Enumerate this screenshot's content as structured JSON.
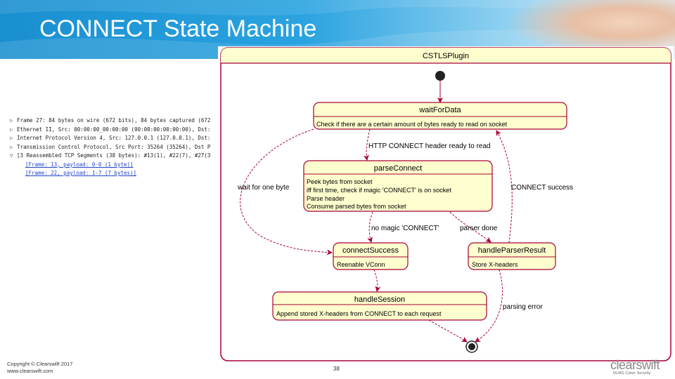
{
  "slide": {
    "title": "CONNECT State Machine",
    "page_number": "38"
  },
  "footer": {
    "copyright": "Copyright © Clearswift 2017",
    "website": "www.clearswift.com"
  },
  "logo": {
    "name": "clearswift",
    "tagline": "RUAG Cyber Security"
  },
  "packet_capture": {
    "rows": [
      {
        "marker": "▷",
        "text": "Frame 27: 84 bytes on wire (672 bits), 84 bytes captured (672"
      },
      {
        "marker": "▷",
        "text": "Ethernet II, Src: 00:00:00_00:00:00 (00:00:00:00:00:00), Dst:"
      },
      {
        "marker": "▷",
        "text": "Internet Protocol Version 4, Src: 127.0.0.1 (127.0.0.1), Dst:"
      },
      {
        "marker": "▷",
        "text": "Transmission Control Protocol, Src Port: 35264 (35264), Dst P"
      },
      {
        "marker": "▽",
        "text": "[3 Reassembled TCP Segments (38 bytes): #13(1), #22(7), #27(3"
      }
    ],
    "links": [
      "[Frame: 13, payload: 0-0 (1 byte)]",
      "[Frame: 22, payload: 1-7 (7 bytes)]"
    ]
  },
  "diagram": {
    "container_title": "CSTLSPlugin",
    "states": {
      "waitForData": {
        "name": "waitForData",
        "actions": [
          "Check if there are a certain amount of bytes ready to read on socket"
        ]
      },
      "parseConnect": {
        "name": "parseConnect",
        "actions": [
          "Peek bytes from socket",
          "iff first time, check if magic 'CONNECT' is on socket",
          "Parse header",
          "Consume parsed bytes from socket"
        ]
      },
      "connectSuccess": {
        "name": "connectSuccess",
        "actions": [
          "Reenable VConn"
        ]
      },
      "handleParserResult": {
        "name": "handleParserResult",
        "actions": [
          "Store X-headers"
        ]
      },
      "handleSession": {
        "name": "handleSession",
        "actions": [
          "Append stored X-headers from CONNECT to each request"
        ]
      }
    },
    "transitions": {
      "http_connect": "HTTP CONNECT header ready to read",
      "wait_one_byte": "wait for one byte",
      "connect_success": "CONNECT success",
      "no_magic": "no magic 'CONNECT'",
      "parser_done": "parser done",
      "parsing_error": "parsing error"
    },
    "colors": {
      "state_fill": "#fefece",
      "border": "#a80036",
      "arrow": "#a80036"
    }
  }
}
